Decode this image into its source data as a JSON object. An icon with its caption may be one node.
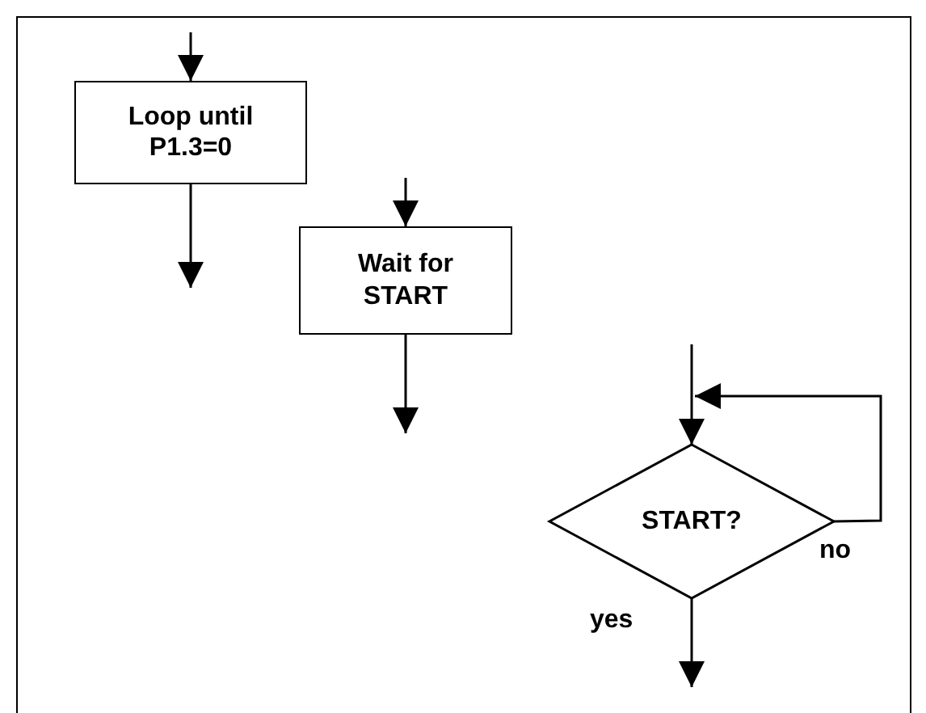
{
  "diagram": {
    "nodes": [
      {
        "text": [
          "Loop until P1.3=0"
        ]
      },
      {
        "text": [
          "Wait for START"
        ]
      },
      {
        "text": [
          "START?"
        ]
      }
    ],
    "edges": [
      {
        "from": null,
        "to": 0,
        "arrow": "to"
      },
      {
        "from": 0,
        "to": null,
        "arrow": "to"
      },
      {
        "from": null,
        "to": 1,
        "arrow": "to"
      },
      {
        "from": 1,
        "to": null,
        "arrow": "to"
      },
      {
        "from": null,
        "to": 2,
        "arrow": "to"
      },
      {
        "from": 2,
        "to": 2,
        "arrow": "to",
        "label": "no"
      },
      {
        "from": 2,
        "to": null,
        "arrow": "to",
        "label": "yes"
      }
    ]
  }
}
